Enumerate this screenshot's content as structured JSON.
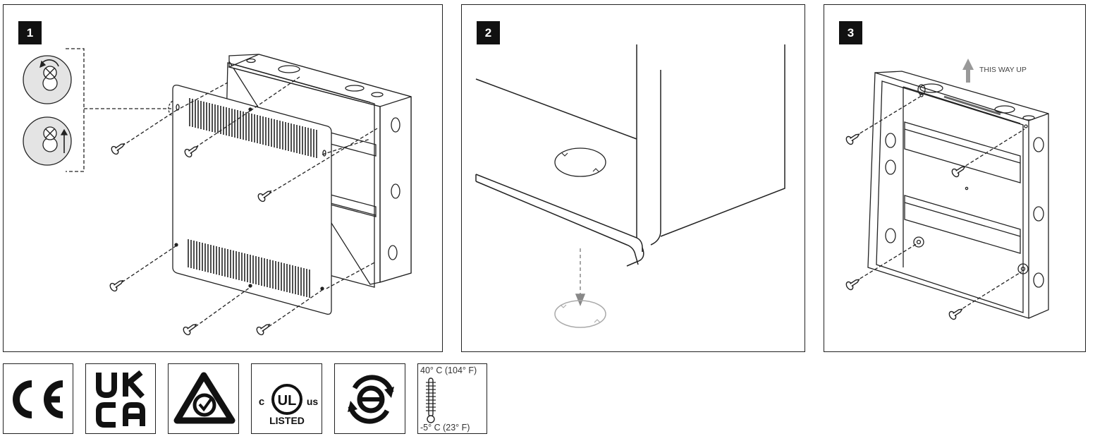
{
  "steps": {
    "step1": "1",
    "step2": "2",
    "step3": "3"
  },
  "step3": {
    "up_label": "THIS WAY UP"
  },
  "certifications": {
    "ce": "CE",
    "ukca_line1": "UK",
    "ukca_line2": "CA",
    "ul_c": "c",
    "ul_us": "us",
    "ul_mark": "UL",
    "ul_listed": "LISTED",
    "icons": [
      "ce-mark",
      "ukca-mark",
      "rcm-mark",
      "ul-listed-mark",
      "china-eco-mark"
    ]
  },
  "temperature": {
    "max": "40° C (104° F)",
    "min": "-5° C (23° F)"
  }
}
